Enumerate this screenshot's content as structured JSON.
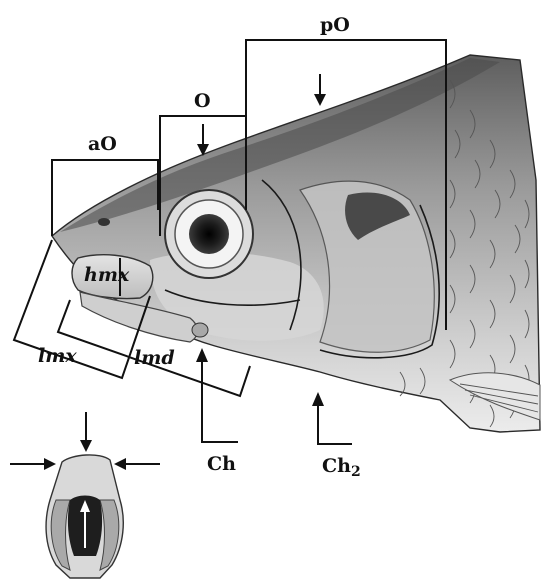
{
  "labels": {
    "aO": "aO",
    "O": "O",
    "pO": "pO",
    "hmx": "hmx",
    "lmx": "lmx",
    "lmd": "lmd",
    "Ch": "Ch",
    "Ch2": "Ch",
    "Ch2_subscript": "2"
  },
  "colors": {
    "ink": "#111111",
    "fish_dark": "#6b6b6b",
    "fish_mid": "#b4b4b4",
    "fish_light": "#e8e8e8",
    "background": "#ffffff"
  }
}
